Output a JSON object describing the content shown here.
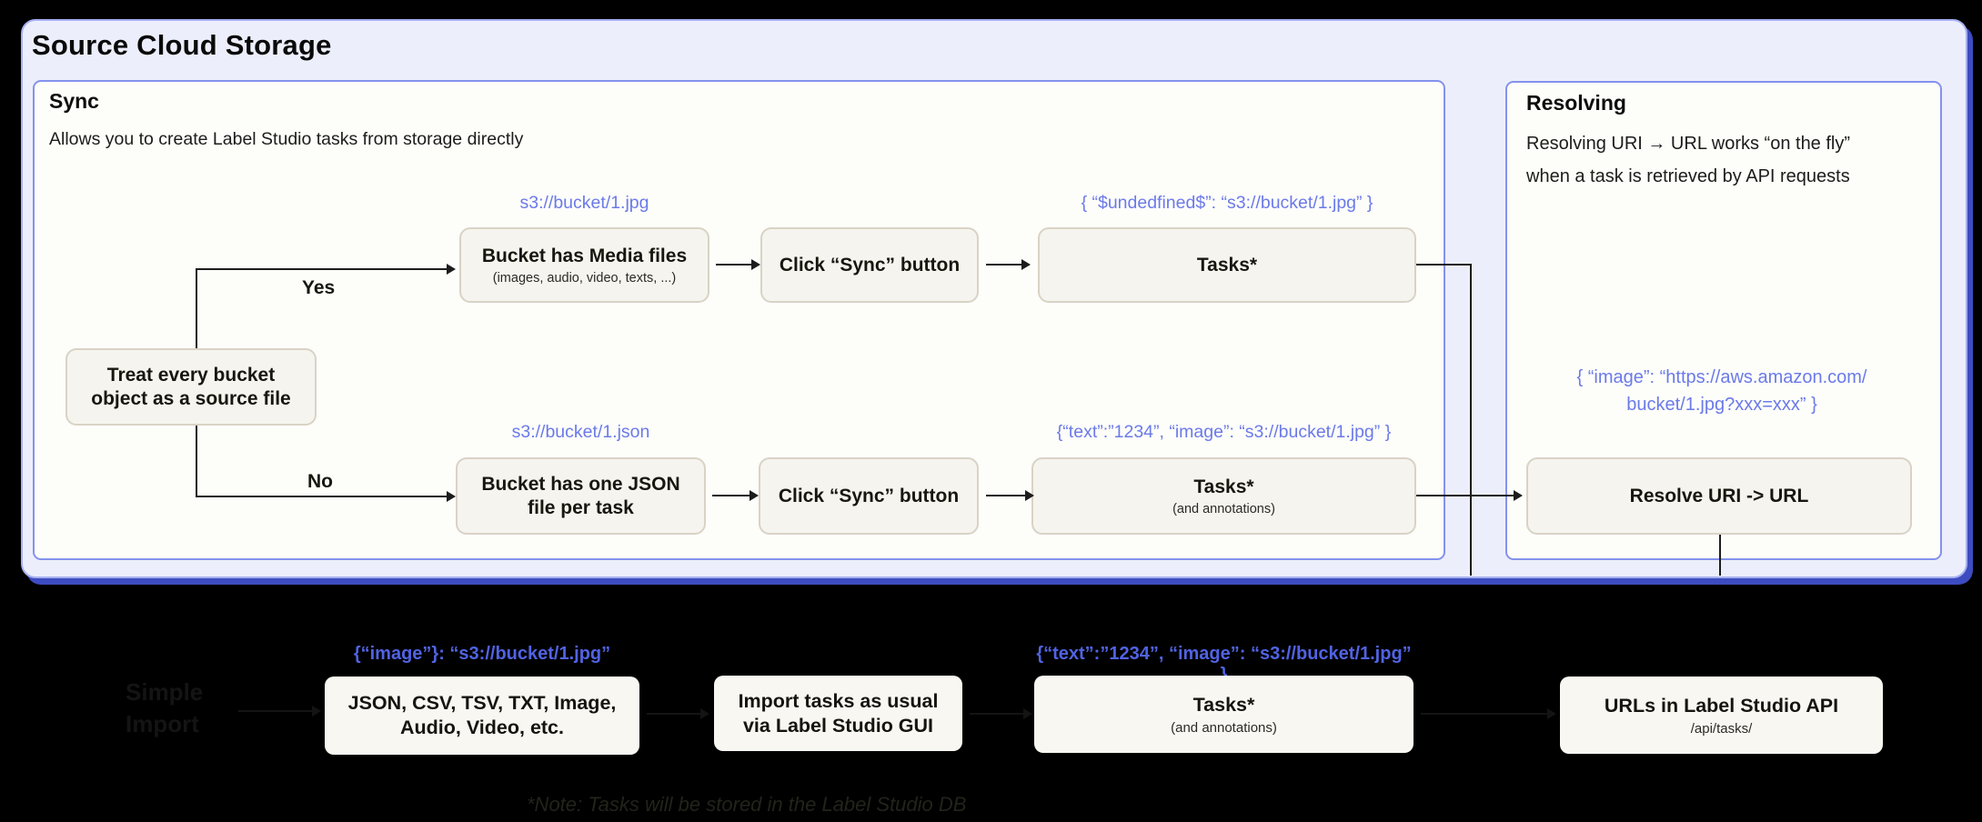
{
  "title": "Source Cloud Storage",
  "sync_panel": {
    "title": "Sync",
    "subtitle": "Allows you to create Label Studio tasks from storage directly",
    "decision_line1": "Treat every bucket",
    "decision_line2": "object as a source file",
    "yes_label": "Yes",
    "no_label": "No",
    "top_flow": {
      "uri_label": "s3://bucket/1.jpg",
      "box1_title": "Bucket has Media files",
      "box1_sub": "(images, audio, video, texts, ...)",
      "box2_title": "Click “Sync” button",
      "json_label": "{ “$undedfined$”: “s3://bucket/1.jpg” }",
      "box3_title": "Tasks*"
    },
    "bottom_flow": {
      "uri_label": "s3://bucket/1.json",
      "box1_line1": "Bucket has one JSON",
      "box1_line2": "file per task",
      "box2_title": "Click “Sync” button",
      "json_label": "{“text”:”1234”,  “image”: “s3://bucket/1.jpg” }",
      "box3_title": "Tasks*",
      "box3_sub": "(and annotations)"
    }
  },
  "resolving_panel": {
    "title": "Resolving",
    "desc_line1": "Resolving URI → URL works “on the fly”",
    "desc_line2": "when a task is retrieved by API requests",
    "json_line1": "{ “image”: “https://aws.amazon.com/",
    "json_line2": "bucket/1.jpg?xxx=xxx” }",
    "resolve_box_title": "Resolve URI -> URL"
  },
  "bottom_row": {
    "ghost_line1": "Simple",
    "ghost_line2": "Import",
    "json_label1": "{“image”}: “s3://bucket/1.jpg”",
    "box1_line1": "JSON, CSV, TSV, TXT, Image,",
    "box1_line2": "Audio, Video, etc.",
    "box2_line1": "Import tasks as usual",
    "box2_line2": "via Label Studio GUI",
    "json_label2": "{“text”:”1234”,  “image”: “s3://bucket/1.jpg” }",
    "box3_title": "Tasks*",
    "box3_sub": "(and annotations)",
    "box4_title": "URLs in Label Studio API",
    "box4_sub": "/api/tasks/",
    "note": "*Note: Tasks will be stored in the Label Studio DB"
  },
  "colors": {
    "background": "#000000",
    "outer_panel_bg": "#eceffb",
    "outer_panel_border": "#a6b0f0",
    "outer_panel_shadow": "#3d4cc0",
    "inner_panel_bg": "#fdfdfa",
    "inner_panel_border": "#8492ec",
    "card_bg": "#f6f4ee",
    "card_border": "#d9d3c5",
    "blue_text": "#6b7ae9",
    "blue_text_on_black": "#5163e3",
    "line_color": "#1c1c1c"
  }
}
